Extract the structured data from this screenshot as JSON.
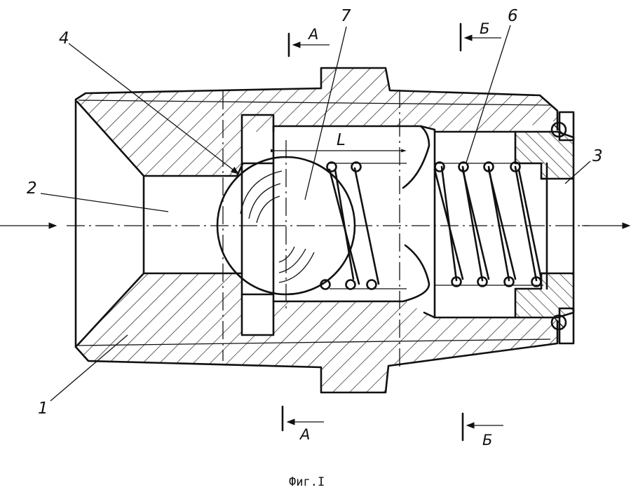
{
  "figure": {
    "caption": "Фиг.I",
    "callouts": {
      "one": "1",
      "two": "2",
      "three": "3",
      "four": "4",
      "six": "6",
      "seven": "7"
    },
    "dimension_label": "L",
    "sections": {
      "a_top": "А",
      "a_bottom": "А",
      "b_top": "Б",
      "b_bottom": "Б"
    }
  },
  "colors": {
    "ink": "#111111",
    "paper": "#ffffff"
  }
}
